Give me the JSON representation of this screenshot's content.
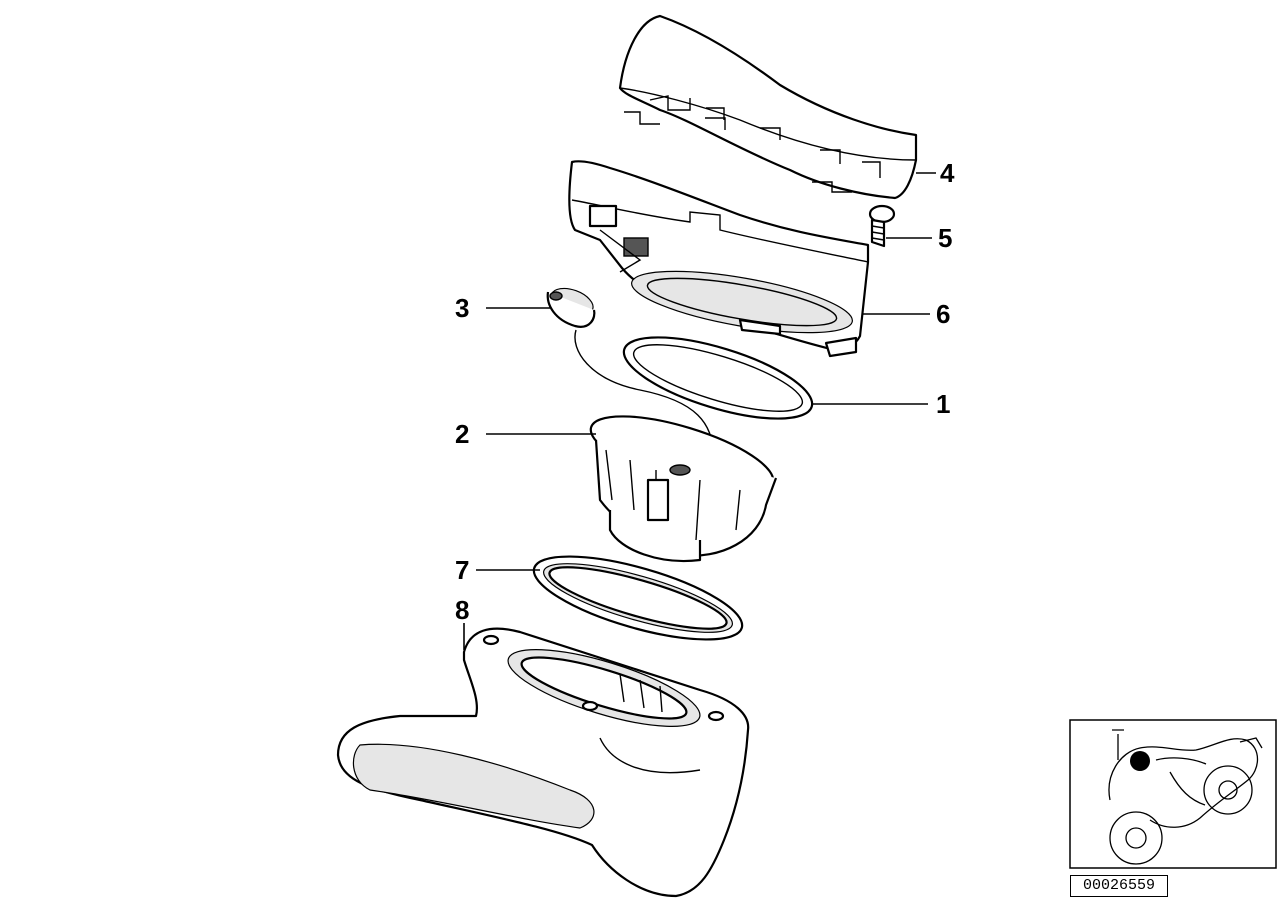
{
  "callouts": [
    {
      "id": "1",
      "label": "1"
    },
    {
      "id": "2",
      "label": "2"
    },
    {
      "id": "3",
      "label": "3"
    },
    {
      "id": "4",
      "label": "4"
    },
    {
      "id": "5",
      "label": "5"
    },
    {
      "id": "6",
      "label": "6"
    },
    {
      "id": "7",
      "label": "7"
    },
    {
      "id": "8",
      "label": "8"
    }
  ],
  "reference_code": "00026559",
  "locator": {
    "marker_color": "#000000"
  }
}
